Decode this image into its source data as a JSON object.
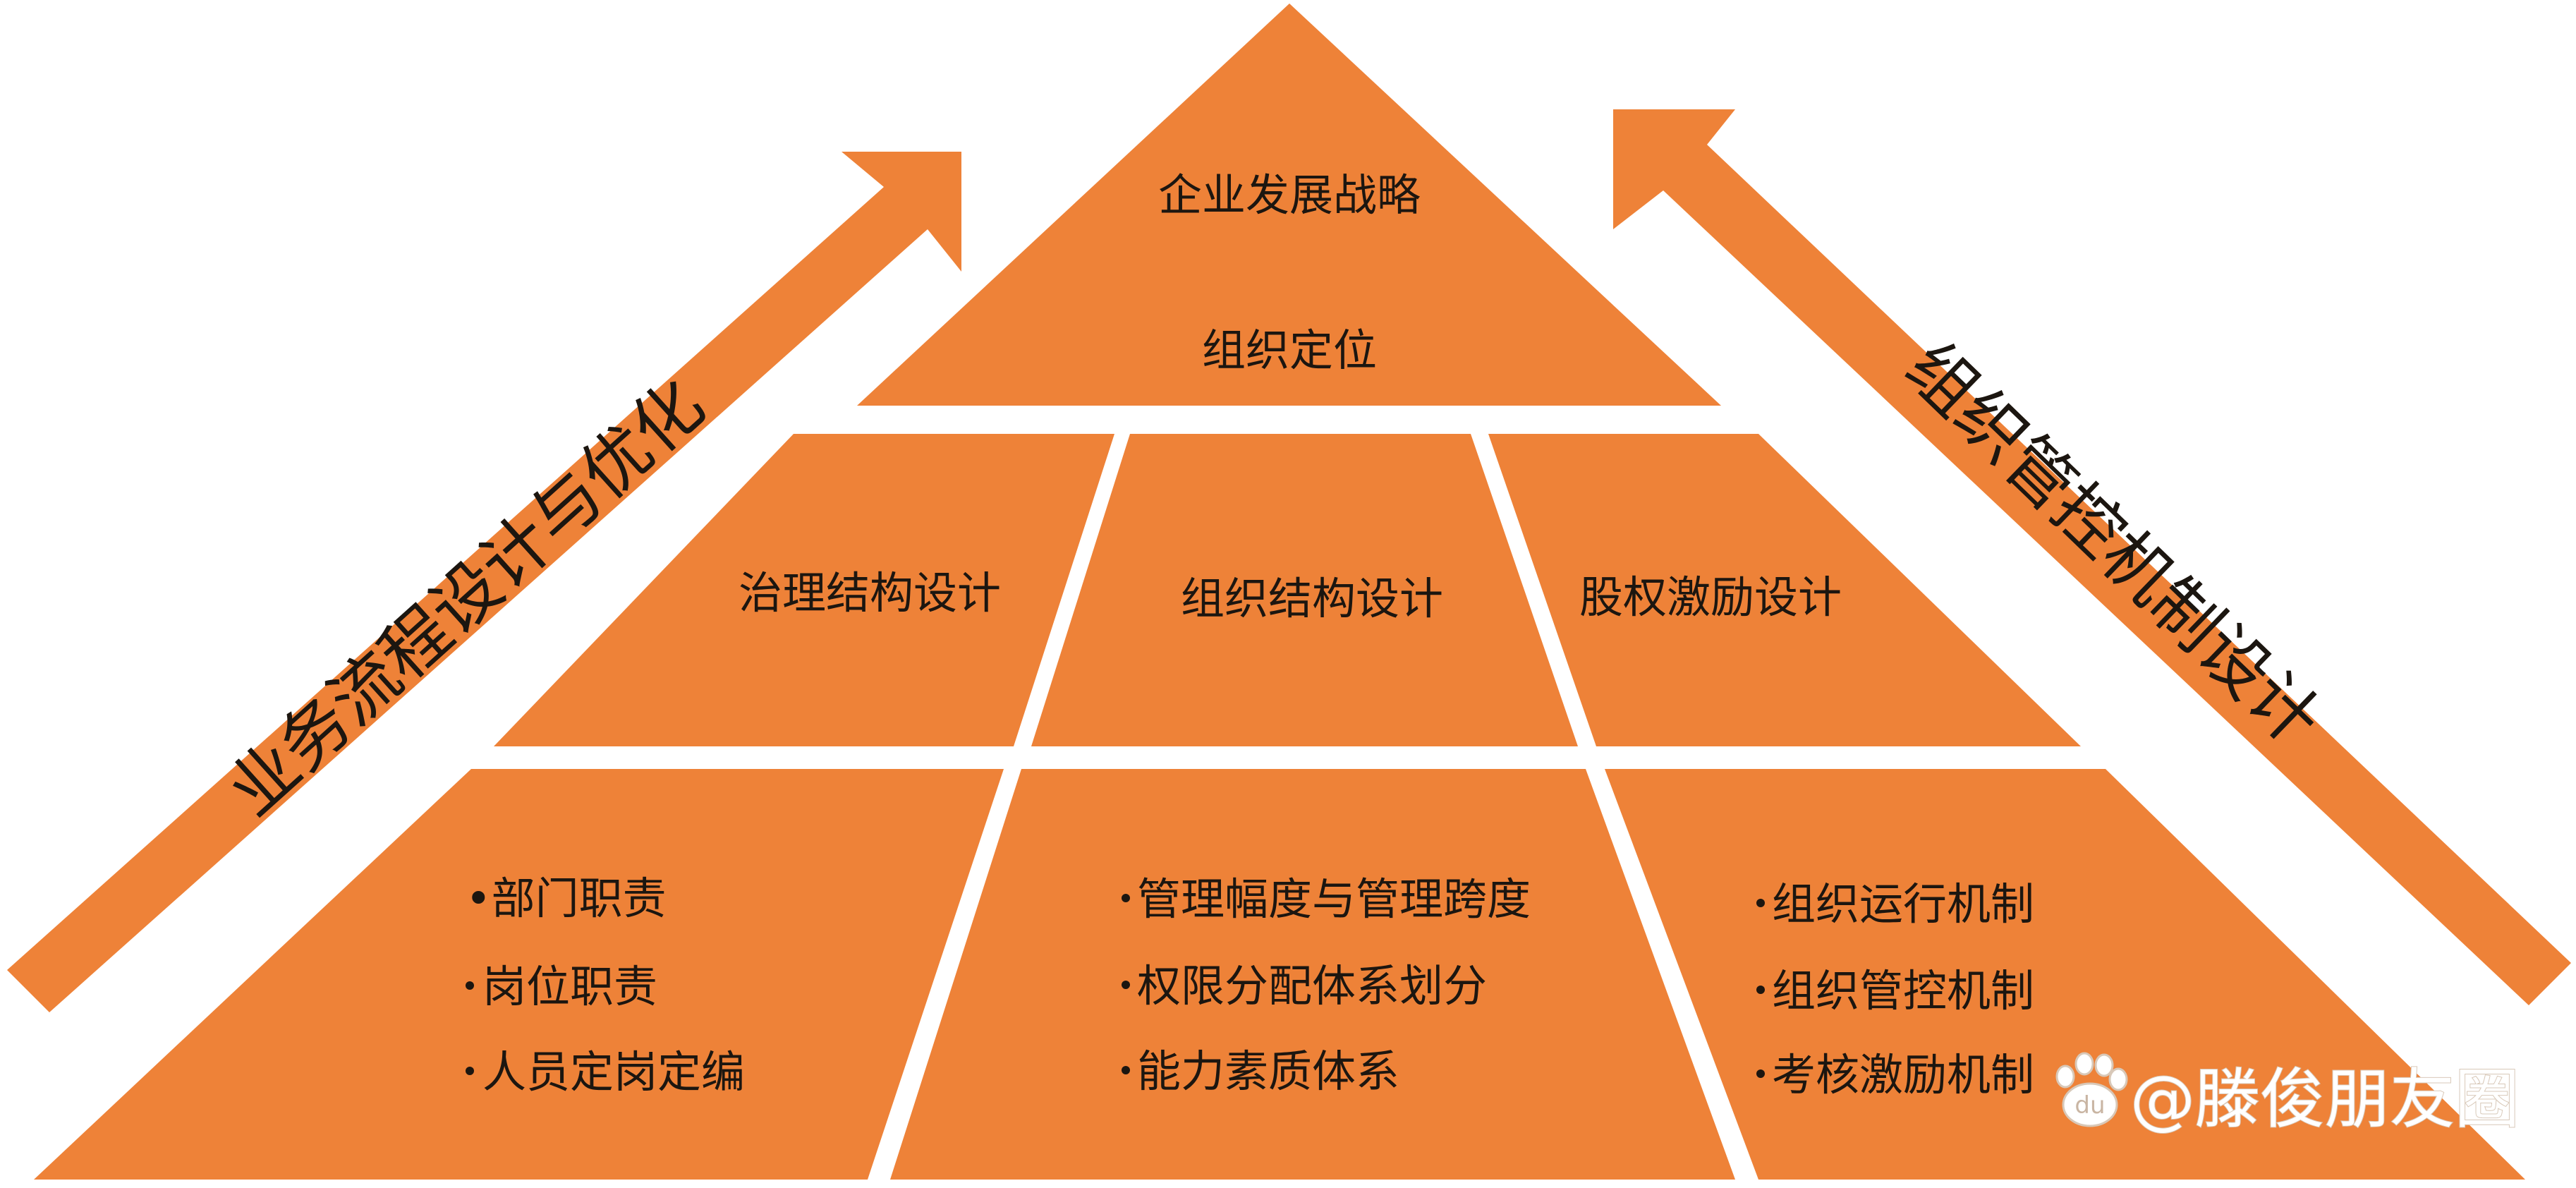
{
  "pyramid": {
    "apex": {
      "line1": "企业发展战略",
      "line2": "组织定位"
    },
    "middle": {
      "left": "治理结构设计",
      "center": "组织结构设计",
      "right": "股权激励设计"
    },
    "base": {
      "left": [
        "•部门职责",
        "岗位职责",
        "人员定岗定编"
      ],
      "center": [
        "管理幅度与管理跨度",
        "权限分配体系划分",
        "能力素质体系"
      ],
      "right": [
        "组织运行机制",
        "组织管控机制",
        "考核激励机制"
      ]
    }
  },
  "arrows": {
    "left_label": "业务流程设计与优化",
    "right_label": "组织管控机制设计"
  },
  "watermark": {
    "text": "@滕俊朋友圈",
    "logo_label": "du"
  },
  "colors": {
    "segment_fill": "#ee8238",
    "text": "#1c1610",
    "background": "#ffffff"
  }
}
